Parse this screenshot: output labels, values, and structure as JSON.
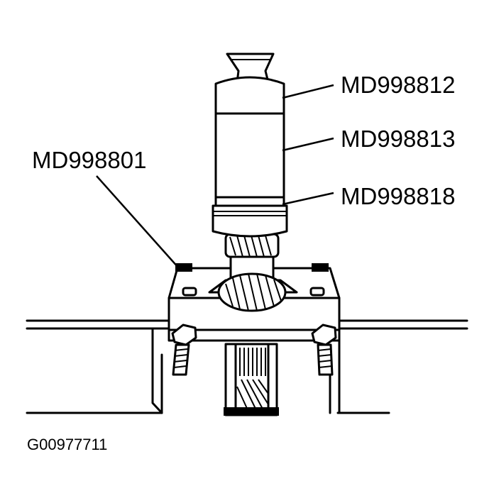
{
  "labels": {
    "tool_upper": "MD998812",
    "tool_middle": "MD998813",
    "tool_lower": "MD998818",
    "fixture": "MD998801"
  },
  "figure_id": "G00977711"
}
